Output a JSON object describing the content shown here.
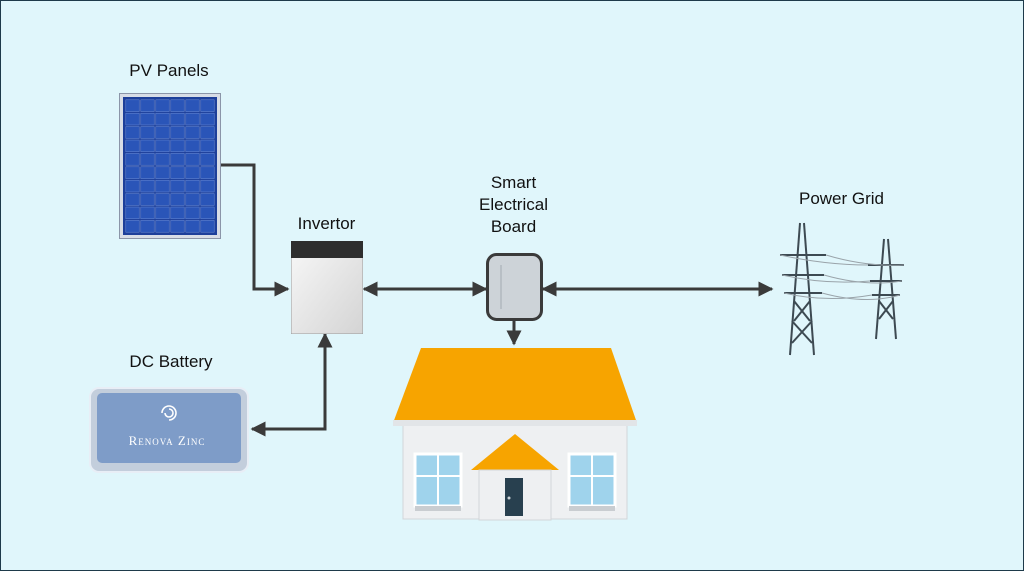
{
  "diagram": {
    "nodes": {
      "pv_panels": {
        "label": "PV Panels"
      },
      "invertor": {
        "label": "Invertor"
      },
      "smart_board": {
        "label": "Smart\nElectrical\nBoard"
      },
      "power_grid": {
        "label": "Power Grid"
      },
      "dc_battery": {
        "label": "DC Battery",
        "brand": "Renova Zinc"
      },
      "house": {
        "label": ""
      }
    },
    "edges": [
      {
        "from": "pv_panels",
        "to": "invertor",
        "direction": "one-way"
      },
      {
        "from": "invertor",
        "to": "smart_board",
        "direction": "two-way"
      },
      {
        "from": "smart_board",
        "to": "power_grid",
        "direction": "two-way"
      },
      {
        "from": "smart_board",
        "to": "house",
        "direction": "one-way"
      },
      {
        "from": "invertor",
        "to": "dc_battery",
        "direction": "two-way"
      }
    ],
    "colors": {
      "background": "#e0f6fb",
      "line": "#3a3a3a",
      "roof": "#f7a400",
      "panel": "#1d3f9a",
      "battery": "#7e9cc8"
    }
  }
}
